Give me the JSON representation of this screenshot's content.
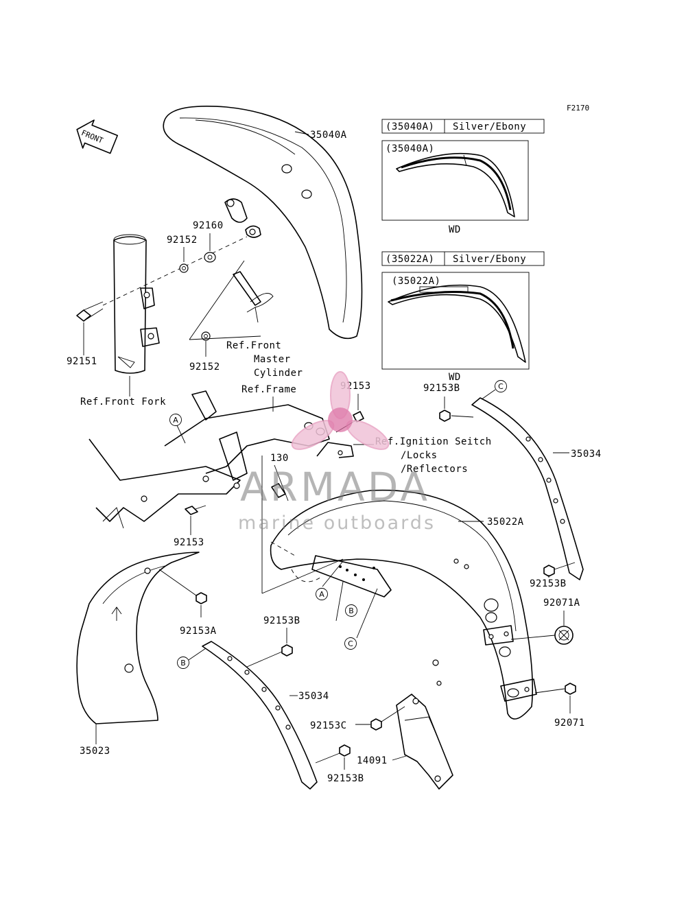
{
  "figure_code": "F2170",
  "direction_label": "FRONT",
  "color_tables": [
    {
      "part": "(35040A)",
      "color": "Silver/Ebony",
      "inset_title": "(35040A)",
      "inset_caption": "WD"
    },
    {
      "part": "(35022A)",
      "color": "Silver/Ebony",
      "inset_title": "(35022A)",
      "inset_caption": "WD"
    }
  ],
  "part_labels": {
    "p35040A": "35040A",
    "p92160": "92160",
    "p92152_top": "92152",
    "p92152_bottom": "92152",
    "p92151": "92151",
    "p92153_top": "92153",
    "p92153B_top": "92153B",
    "p35034_right": "35034",
    "p130": "130",
    "p35022A": "35022A",
    "p92153_left": "92153",
    "p92153B_right": "92153B",
    "p92071A": "92071A",
    "p92153A": "92153A",
    "p92153B_mid": "92153B",
    "p35034_bottom": "35034",
    "p92153C": "92153C",
    "p92071": "92071",
    "p35023": "35023",
    "p14091": "14091",
    "p92153B_bottom": "92153B"
  },
  "references": {
    "front_master_cylinder": [
      "Ref.Front",
      "Master",
      "Cylinder"
    ],
    "front_fork": "Ref.Front Fork",
    "frame": "Ref.Frame",
    "ignition": [
      "Ref.Ignition Seitch",
      "/Locks",
      "/Reflectors"
    ]
  },
  "connector_marks": {
    "A_frame": "A",
    "A_fender": "A",
    "B_fender": "B",
    "B_bracket": "B",
    "C_fender": "C",
    "C_bracket": "C"
  },
  "watermark": {
    "brand": "ARMADA",
    "tagline": "marine outboards",
    "colors": {
      "brand": "#7a7a7a",
      "propeller": "#e8a4c4",
      "propeller_hub": "#d9679d"
    }
  }
}
